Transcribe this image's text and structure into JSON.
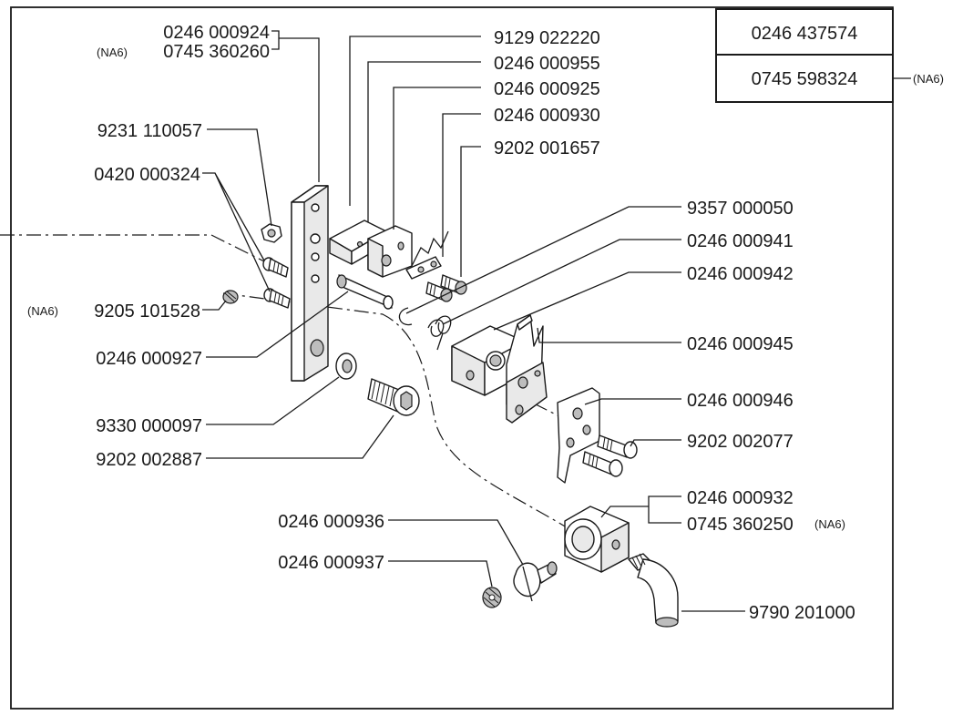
{
  "kits": {
    "primary": "0246 437574",
    "alt": "0745 598324",
    "alt_note": "(NA6)"
  },
  "labels": {
    "p_0246_000924": "0246 000924",
    "na6_1": "(NA6)",
    "p_0745_360260": "0745 360260",
    "p_9129_022220": "9129 022220",
    "p_0246_000955": "0246 000955",
    "p_0246_000925": "0246 000925",
    "p_0246_000930": "0246 000930",
    "p_9202_001657": "9202 001657",
    "p_9231_110057": "9231 110057",
    "p_0420_000324": "0420 000324",
    "p_9357_000050": "9357 000050",
    "p_0246_000941": "0246 000941",
    "p_0246_000942": "0246 000942",
    "na6_2": "(NA6)",
    "p_9205_101528": "9205 101528",
    "p_0246_000945": "0246 000945",
    "p_0246_000927": "0246 000927",
    "p_0246_000946": "0246 000946",
    "p_9330_000097": "9330 000097",
    "p_9202_002077": "9202 002077",
    "p_9202_002887": "9202 002887",
    "p_0246_000932": "0246 000932",
    "p_0745_360250": "0745 360250",
    "na6_3": "(NA6)",
    "p_0246_000936": "0246 000936",
    "p_0246_000937": "0246 000937",
    "p_9790_201000": "9790 201000"
  }
}
